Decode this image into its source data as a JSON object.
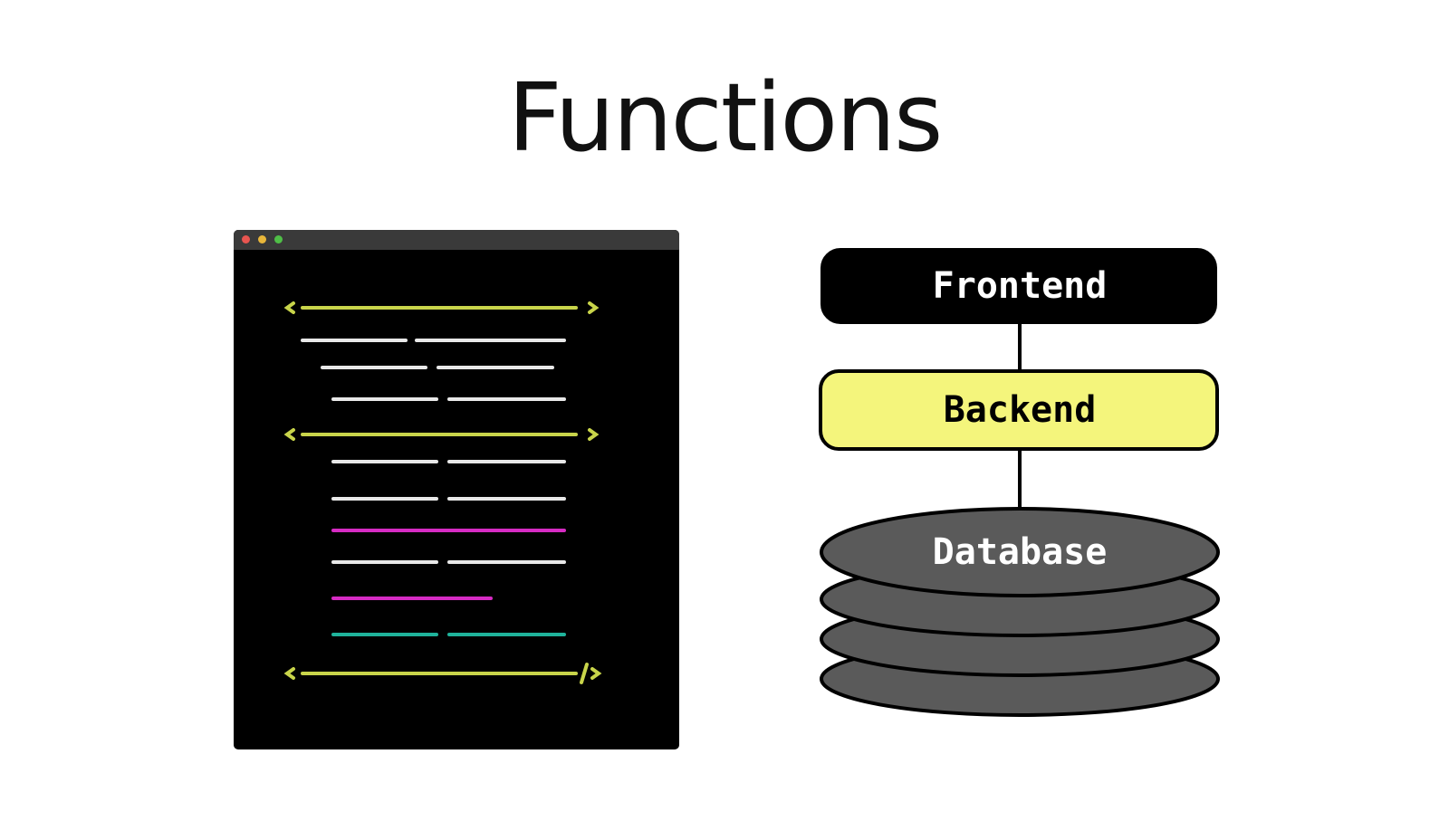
{
  "slide": {
    "title": "Functions"
  },
  "code_window": {
    "window_controls": [
      "close",
      "minimize",
      "maximize"
    ],
    "code_lines": [
      {
        "kind": "tag-open",
        "color": "#c8d44a",
        "indent": 0
      },
      {
        "kind": "text",
        "color": "#e8e8e8",
        "indent": 1
      },
      {
        "kind": "text",
        "color": "#e8e8e8",
        "indent": 2
      },
      {
        "kind": "text",
        "color": "#e8e8e8",
        "indent": 3
      },
      {
        "kind": "tag-open",
        "color": "#c8d44a",
        "indent": 0
      },
      {
        "kind": "text",
        "color": "#e8e8e8",
        "indent": 3
      },
      {
        "kind": "text",
        "color": "#e8e8e8",
        "indent": 3
      },
      {
        "kind": "highlight",
        "color": "#d62bc3",
        "indent": 3
      },
      {
        "kind": "text",
        "color": "#e8e8e8",
        "indent": 3
      },
      {
        "kind": "highlight-short",
        "color": "#d62bc3",
        "indent": 3
      },
      {
        "kind": "text",
        "color": "#1fb39b",
        "indent": 3
      },
      {
        "kind": "tag-close",
        "color": "#c8d44a",
        "indent": 0
      }
    ]
  },
  "architecture": {
    "frontend": {
      "label": "Frontend",
      "fill": "#000000",
      "text_color": "#ffffff"
    },
    "backend": {
      "label": "Backend",
      "fill": "#f4f57c",
      "text_color": "#000000"
    },
    "database": {
      "label": "Database",
      "fill": "#5a5a5a",
      "text_color": "#ffffff"
    }
  }
}
